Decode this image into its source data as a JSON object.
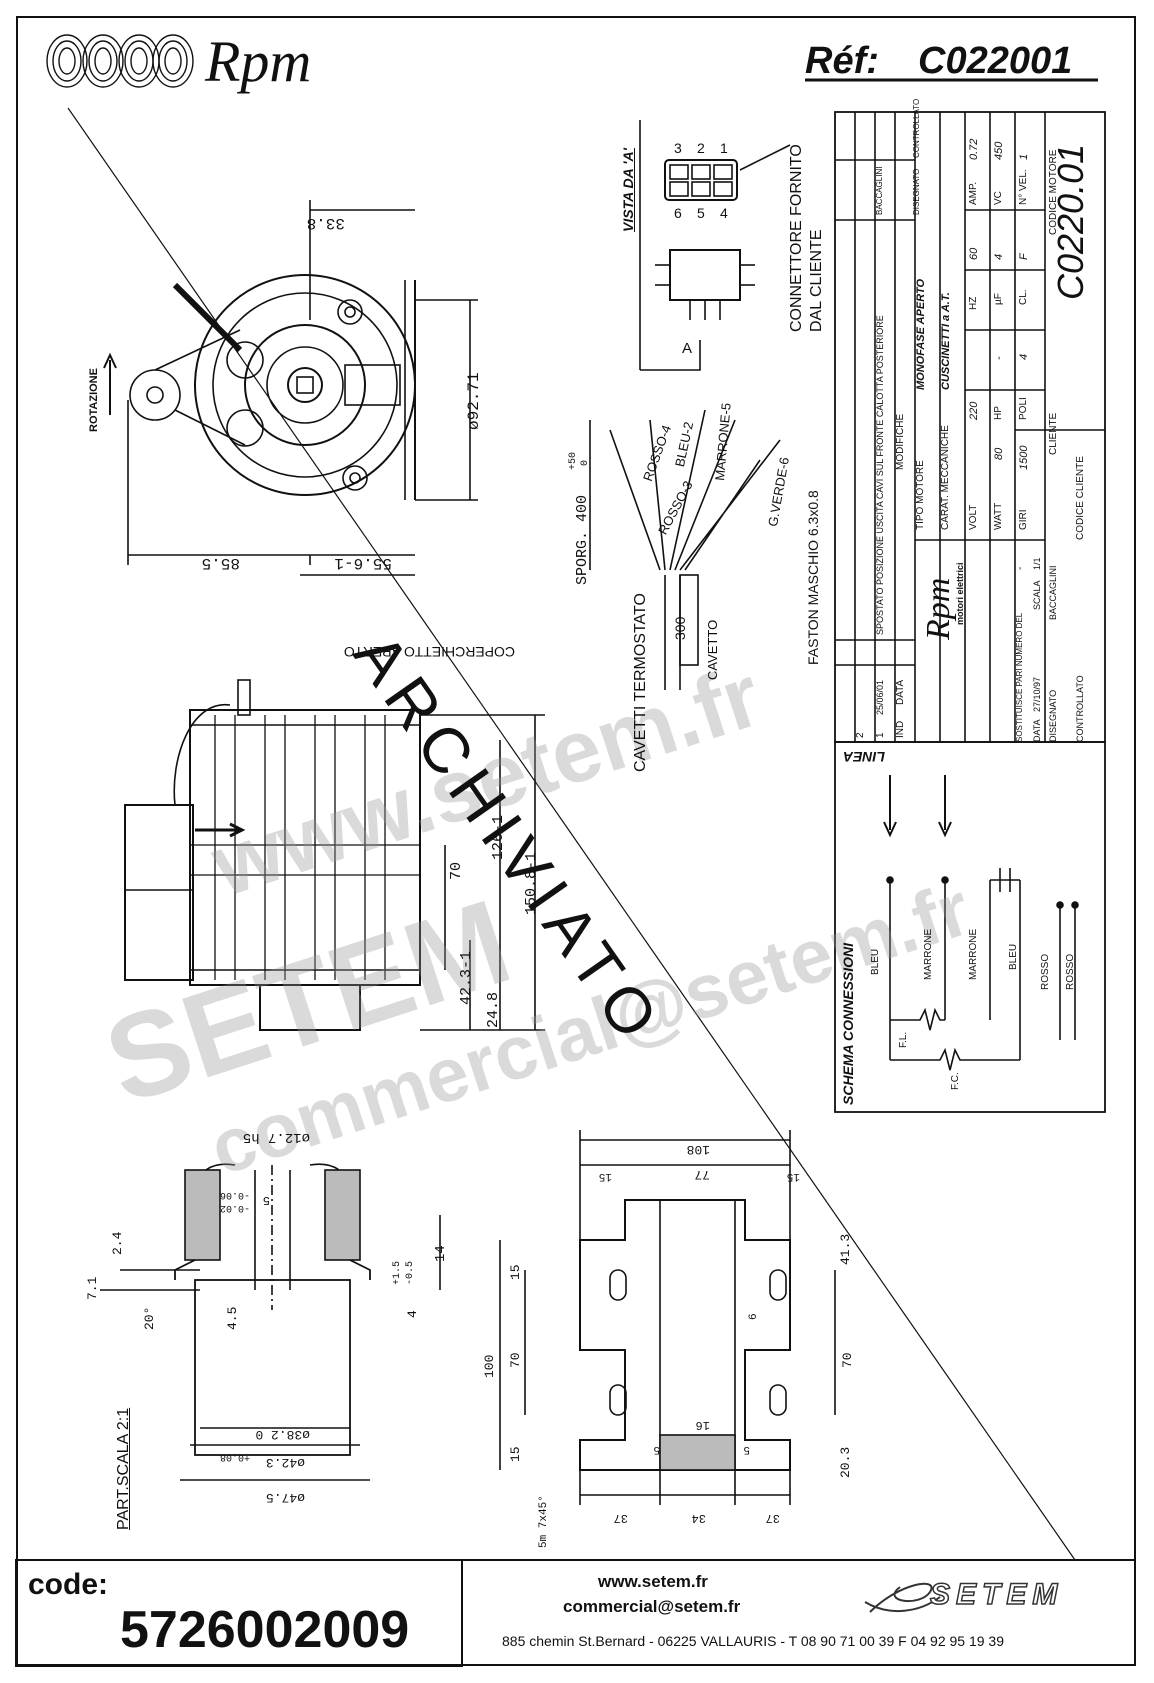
{
  "header": {
    "brand": "Rpm",
    "ref_label": "Réf:",
    "ref_value": "C022001"
  },
  "top_view": {
    "dims": [
      "33.8",
      "ø92.71",
      "85.5",
      "55.6-1"
    ],
    "rotation_label": "ROTAZIONE"
  },
  "connector": {
    "view_label": "VISTA DA 'A'",
    "pins_top": [
      "3",
      "2",
      "1"
    ],
    "pins_bottom": [
      "6",
      "5",
      "4"
    ],
    "arrow_label": "A",
    "supplied_label_1": "CONNETTORE FORNITO",
    "supplied_label_2": "DAL CLIENTE"
  },
  "wires": {
    "labels": [
      "ROSSO-4",
      "BLEU-2",
      "MARRONE-5",
      "ROSSO-3",
      "G.VERDE-6"
    ],
    "sporg_label": "SPORG. 400",
    "sporg_tol_plus": "+50",
    "sporg_tol_minus": "0",
    "faston": "FASTON MASCHIO 6.3x0.8",
    "cable_len": "300",
    "cable_label": "CAVETTO",
    "thermostat": "CAVETTI TERMOSTATO",
    "cover": "COPERCHIETTO APERTO"
  },
  "side_view": {
    "dims": [
      "126-1",
      "150.8-1",
      "70",
      "42.3-1",
      "24.8"
    ]
  },
  "title_block": {
    "revision_rows": [
      {
        "n": "2",
        "date": "",
        "desc": "",
        "sig1": "",
        "sig2": ""
      },
      {
        "n": "1",
        "date": "25/06/01",
        "desc": "SPOSTATO POSIZIONE USCITA CAVI SUL FRONTE CALOTTA POSTERIORE",
        "sig1": "BACCAGLINI",
        "sig2": ""
      }
    ],
    "rev_header": {
      "n": "IND",
      "date": "DATA",
      "desc": "MODIFICHE",
      "sig1": "DISEGNATO",
      "sig2": "CONTROLLATO"
    },
    "company": "Rpm",
    "company_sub": "motori elettrici",
    "motor_type_label": "TIPO MOTORE",
    "motor_type": "MONOFASE APERTO",
    "mech_label": "CARAT. MECCANICHE",
    "mech": "CUSCINETTI a A.T.",
    "specs": [
      {
        "k": "VOLT",
        "v": "220"
      },
      {
        "k": "HZ",
        "v": "60"
      },
      {
        "k": "AMP.",
        "v": "0.72"
      },
      {
        "k": "WATT",
        "v": "80"
      },
      {
        "k": "HP",
        "v": "-"
      },
      {
        "k": "µF",
        "v": "4"
      },
      {
        "k": "VC",
        "v": "450"
      },
      {
        "k": "GIRI",
        "v": "1500"
      },
      {
        "k": "POLI",
        "v": "4"
      },
      {
        "k": "CL.",
        "v": "F"
      },
      {
        "k": "N° VEL.",
        "v": "1"
      }
    ],
    "cliente_label": "CLIENTE",
    "codice_cliente_label": "CODICE CLIENTE",
    "codice_motore_label": "CODICE MOTORE",
    "codice_motore": "C0220.01",
    "sostituisce_label": "SOSTITUISCE PARI NUMERO DEL",
    "sostituisce_val": "-",
    "data_label": "DATA",
    "data_val": "27/10/97",
    "scala_label": "SCALA",
    "scala_val": "1/1",
    "disegnato_label": "DISEGNATO",
    "disegnato_val": "BACCAGLINI",
    "controllato_label": "CONTROLLATO"
  },
  "schema": {
    "title": "SCHEMA CONNESSIONI",
    "linea": "LINEA",
    "wires": [
      "BLEU",
      "MARRONE",
      "MARRONE",
      "BLEU",
      "ROSSO",
      "ROSSO"
    ],
    "fl": "F.L.",
    "fc": "F.C."
  },
  "shaft_detail": {
    "scale_label": "PART.SCALA 2:1",
    "dims": [
      "ø12.7 h5",
      "-0.06",
      "-0.02",
      "5",
      "2.4",
      "7.1",
      "20°",
      "4.5",
      "+1.5",
      "-0.5",
      "4",
      "14",
      "ø38.2 0",
      "+0.08",
      "ø42.3",
      "ø47.5"
    ]
  },
  "bracket": {
    "dims": [
      "108",
      "77",
      "15",
      "15",
      "41.3",
      "15",
      "70",
      "100",
      "70",
      "15",
      "6",
      "16",
      "5",
      "5",
      "20.3",
      "37",
      "34",
      "37",
      "5m 7x45°"
    ]
  },
  "stamp": "ARCHIVIATO",
  "footer": {
    "code_label": "code:",
    "code_value": "5726002009",
    "website": "www.setem.fr",
    "email": "commercial@setem.fr",
    "address": "885 chemin St.Bernard  -  06225 VALLAURIS  -  T 08 90 71 00 39   F 04 92 95 19 39",
    "setem_logo": "SETEM"
  },
  "watermark": {
    "line1": "www.setem.fr",
    "line2": "SETEM",
    "line3": "commercial@setem.fr"
  }
}
